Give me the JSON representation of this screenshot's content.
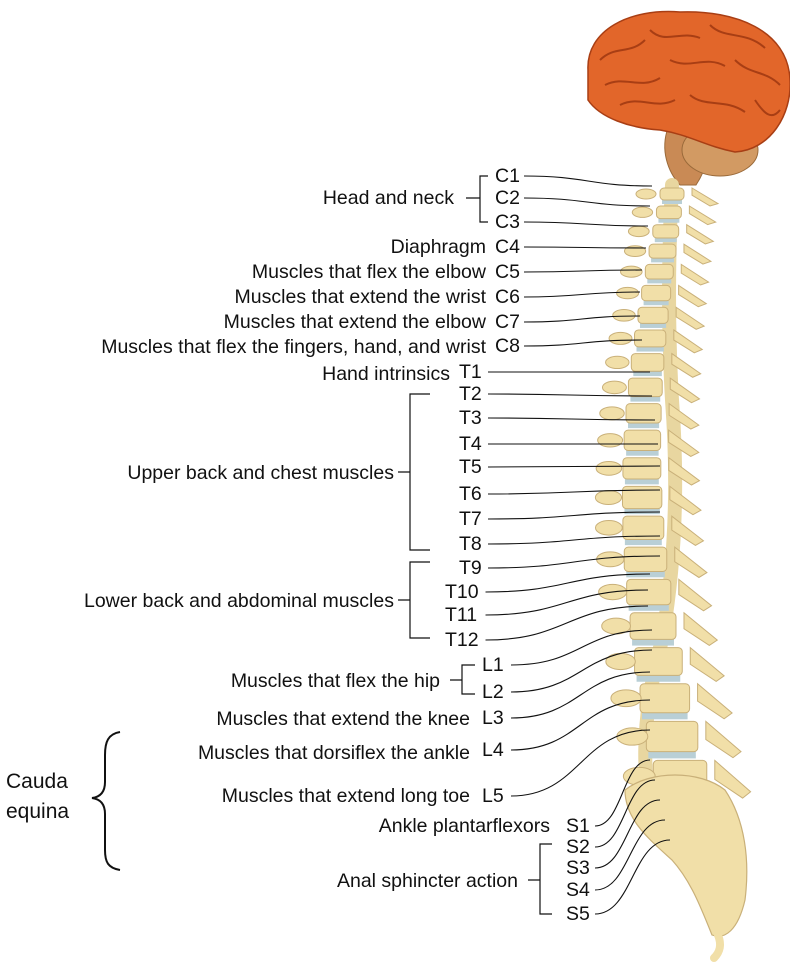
{
  "diagram": {
    "segments": [
      {
        "code": "C1"
      },
      {
        "code": "C2"
      },
      {
        "code": "C3"
      },
      {
        "code": "C4"
      },
      {
        "code": "C5"
      },
      {
        "code": "C6"
      },
      {
        "code": "C7"
      },
      {
        "code": "C8"
      },
      {
        "code": "T1"
      },
      {
        "code": "T2"
      },
      {
        "code": "T3"
      },
      {
        "code": "T4"
      },
      {
        "code": "T5"
      },
      {
        "code": "T6"
      },
      {
        "code": "T7"
      },
      {
        "code": "T8"
      },
      {
        "code": "T9"
      },
      {
        "code": "T10"
      },
      {
        "code": "T11"
      },
      {
        "code": "T12"
      },
      {
        "code": "L1"
      },
      {
        "code": "L2"
      },
      {
        "code": "L3"
      },
      {
        "code": "L4"
      },
      {
        "code": "L5"
      },
      {
        "code": "S1"
      },
      {
        "code": "S2"
      },
      {
        "code": "S3"
      },
      {
        "code": "S4"
      },
      {
        "code": "S5"
      }
    ],
    "labels": {
      "head_neck": "Head and neck",
      "diaphragm": "Diaphragm",
      "flex_elbow": "Muscles that flex the elbow",
      "extend_wrist": "Muscles that extend the wrist",
      "extend_elbow": "Muscles that extend the elbow",
      "flex_fingers": "Muscles that flex the fingers, hand, and wrist",
      "hand_intrinsics": "Hand intrinsics",
      "upper_back": "Upper back and chest muscles",
      "lower_back": "Lower back and abdominal muscles",
      "flex_hip": "Muscles that flex the hip",
      "extend_knee": "Muscles that extend the knee",
      "dorsiflex_ankle": "Muscles that dorsiflex the ankle",
      "extend_toe": "Muscles that extend long toe",
      "plantarflexors": "Ankle plantarflexors",
      "anal_sphincter": "Anal sphincter action",
      "cauda_1": "Cauda",
      "cauda_2": "equina"
    },
    "colors": {
      "brain": "#e2662a",
      "brain_dark": "#b8441a",
      "brainstem": "#c98a55",
      "bone": "#f1dfa8",
      "bone_edge": "#c9b079",
      "disc": "#b9cfd6",
      "cord": "#e8d6a0"
    }
  }
}
